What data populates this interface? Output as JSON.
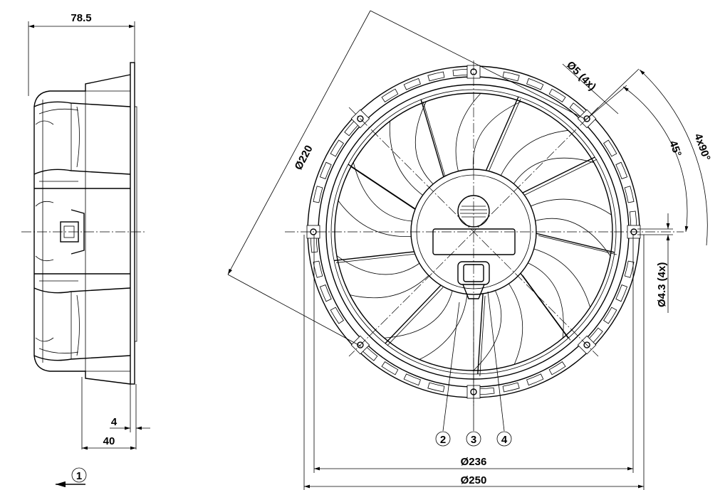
{
  "drawing": {
    "side_view": {
      "dims": {
        "overall_depth": "78.5",
        "flange": "4",
        "depth_to_flange": "40"
      },
      "view_marker": "1"
    },
    "front_view": {
      "dims": {
        "mount_circle": "Ø220",
        "hole_small": "Ø5 (4x)",
        "angle_offset": "45°",
        "angle_pitch": "4x90°",
        "hole_large": "Ø4.3 (4x)",
        "inner_diameter": "Ø236",
        "outer_diameter": "Ø250"
      },
      "callouts": [
        "2",
        "3",
        "4"
      ],
      "blade_count": 9
    }
  }
}
